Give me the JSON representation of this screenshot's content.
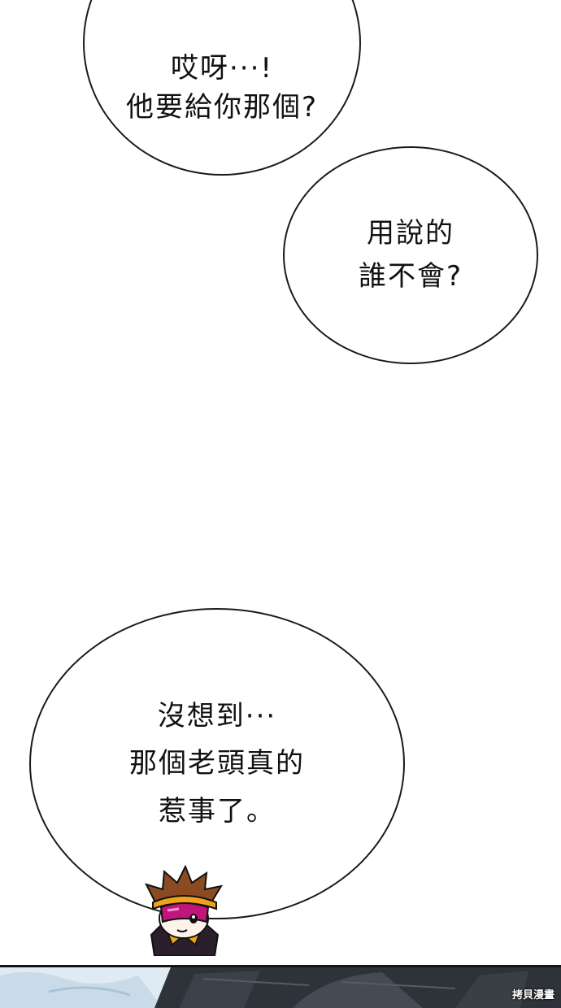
{
  "bubbles": [
    {
      "lines": [
        "哎呀···!",
        "他要給你那個?"
      ]
    },
    {
      "lines": [
        "用說的",
        "誰不會?"
      ]
    },
    {
      "lines": [
        "沒想到···",
        "那個老頭真的",
        "惹事了。"
      ]
    }
  ],
  "watermark": {
    "text": "拷貝漫畫"
  },
  "colors": {
    "background": "#ffffff",
    "bubble_border": "#1a1a1a",
    "text": "#111111",
    "panel_sky": "#dfeaf3",
    "panel_dark": "#2e3339",
    "visor": "#c0157a",
    "headband": "#f0a21b",
    "hair": "#8a4a22"
  },
  "icons": [
    "chibi-character-icon"
  ]
}
